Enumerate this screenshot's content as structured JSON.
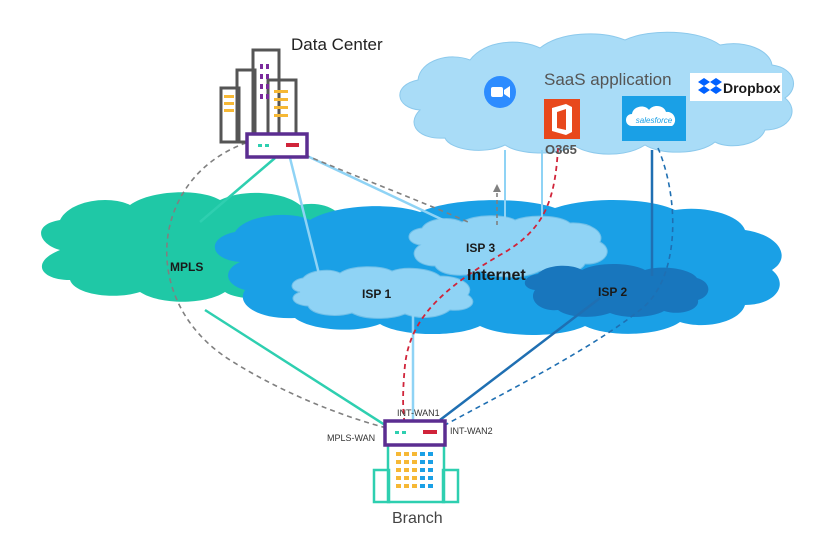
{
  "labels": {
    "data_center": "Data Center",
    "saas": "SaaS application",
    "dropbox": "Dropbox",
    "o365": "O365",
    "salesforce": "salesforce",
    "mpls": "MPLS",
    "internet": "Internet",
    "isp1": "ISP 1",
    "isp2": "ISP 2",
    "isp3": "ISP 3",
    "int_wan1": "INT-WAN1",
    "int_wan2": "INT-WAN2",
    "mpls_wan": "MPLS-WAN",
    "branch": "Branch"
  },
  "colors": {
    "mpls_cloud": "#1fc8a6",
    "internet_cloud": "#1aa0e6",
    "isp_light": "#8fd3f5",
    "isp2": "#1876bd",
    "saas_cloud": "#a9dcf7",
    "router_border": "#5b2d91",
    "red_path": "#d0243a",
    "gray_path": "#808080",
    "blue_path": "#1f6fb2",
    "teal_path": "#2ecfb0"
  }
}
